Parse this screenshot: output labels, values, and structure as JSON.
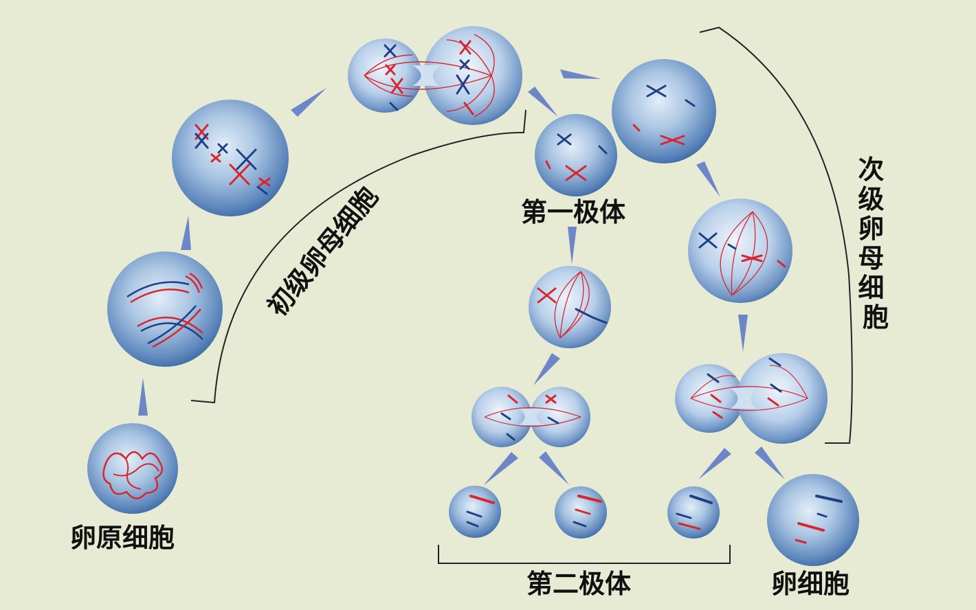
{
  "labels": {
    "oogonium": "卵原细胞",
    "primary_oocyte": "初级卵母细胞",
    "first_polar_body": "第一极体",
    "secondary_oocyte": "次级卵母细胞",
    "second_polar_body": "第二极体",
    "ovum": "卵细胞"
  },
  "colors": {
    "background": "#e8ebd3",
    "cell_light": "#e3eef8",
    "cell_mid": "#8fb1d6",
    "cell_dark": "#3f6ca6",
    "arrow": "#6c86c8",
    "chromosome_red": "#d8262f",
    "chromosome_blue": "#1c3f86",
    "bracket": "#222222"
  },
  "icons": {
    "arrow": "triangle-arrow-icon",
    "cell": "cell-sphere-icon",
    "chromosome": "chromosome-x-icon"
  }
}
